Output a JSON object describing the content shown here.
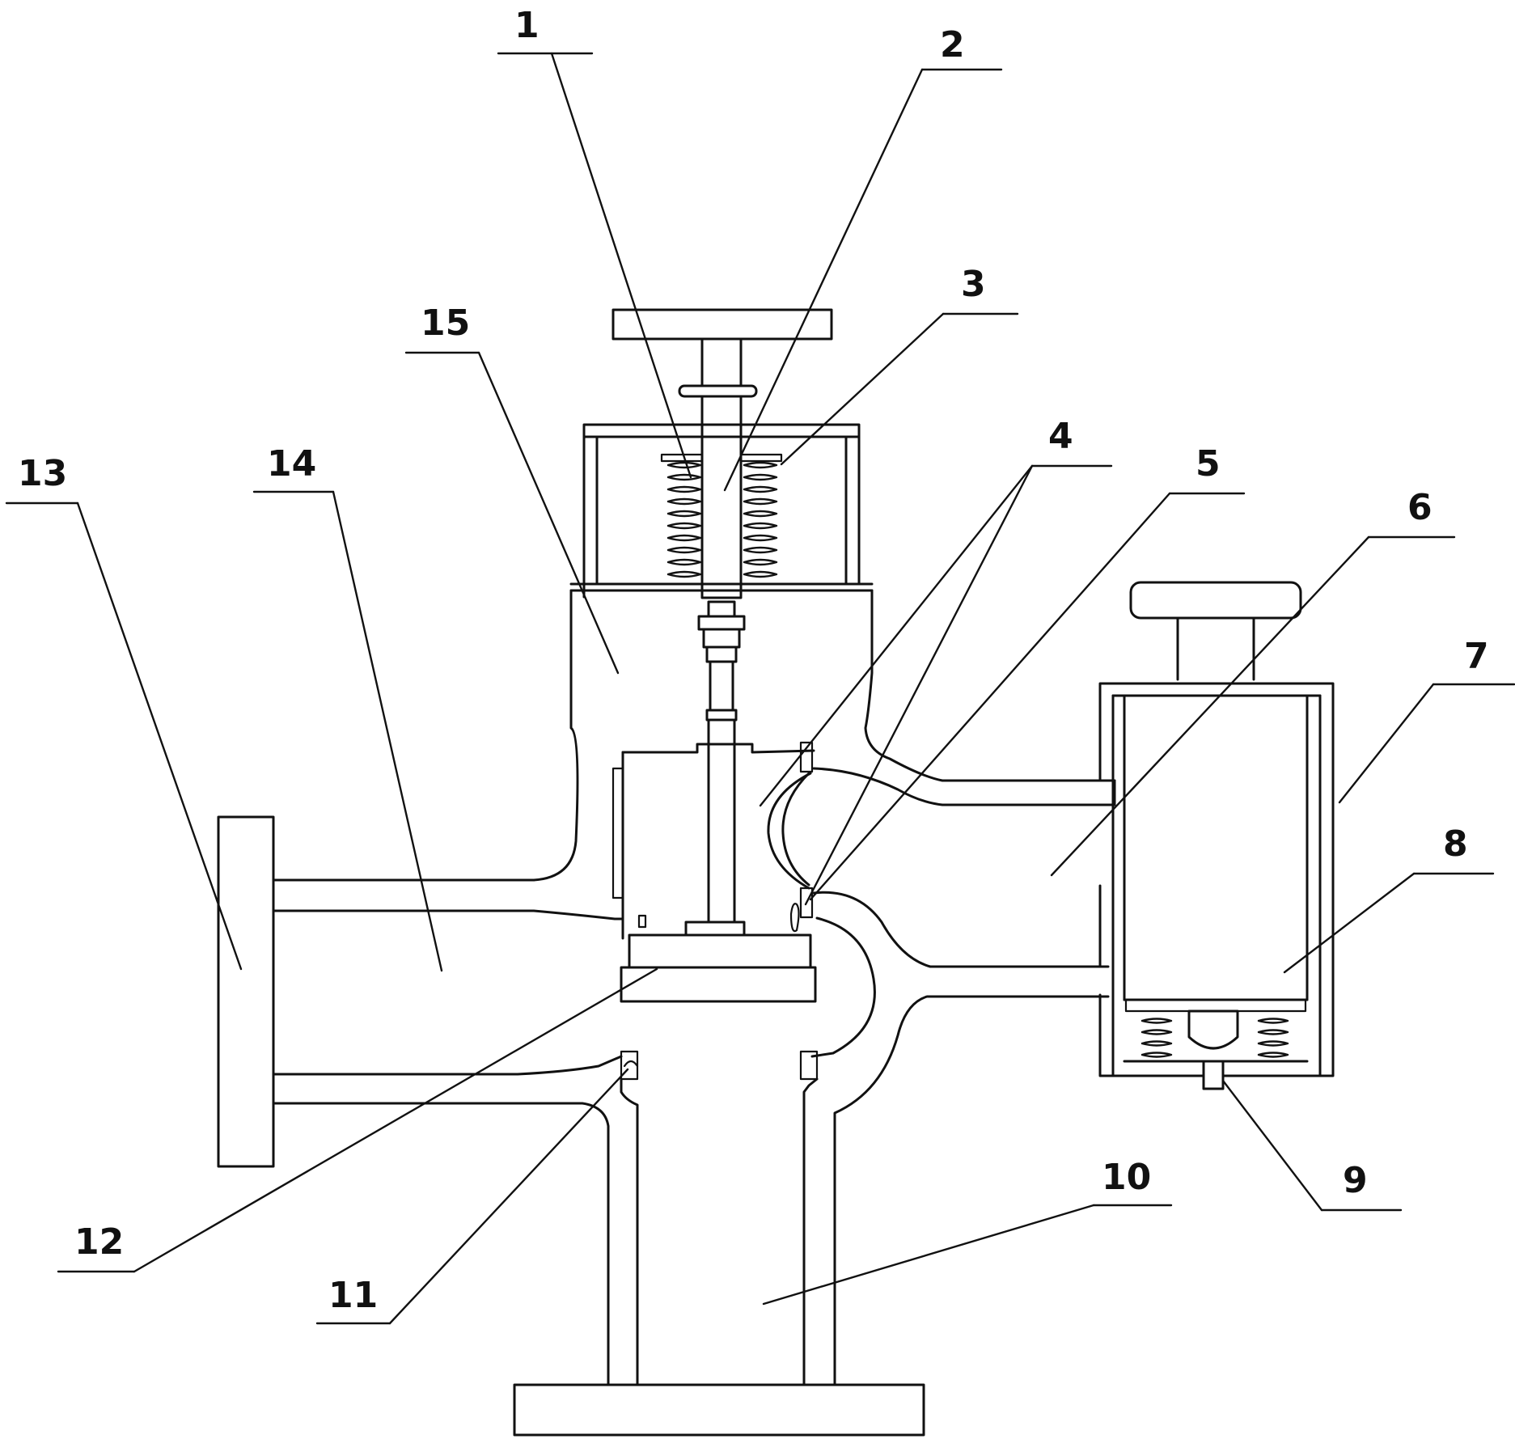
{
  "labels": [
    {
      "id": "1",
      "text": "1"
    },
    {
      "id": "2",
      "text": "2"
    },
    {
      "id": "3",
      "text": "3"
    },
    {
      "id": "4",
      "text": "4"
    },
    {
      "id": "5",
      "text": "5"
    },
    {
      "id": "6",
      "text": "6"
    },
    {
      "id": "7",
      "text": "7"
    },
    {
      "id": "8",
      "text": "8"
    },
    {
      "id": "9",
      "text": "9"
    },
    {
      "id": "10",
      "text": "10"
    },
    {
      "id": "11",
      "text": "11"
    },
    {
      "id": "12",
      "text": "12"
    },
    {
      "id": "13",
      "text": "13"
    },
    {
      "id": "14",
      "text": "14"
    },
    {
      "id": "15",
      "text": "15"
    }
  ],
  "colors": {
    "line": "#111111",
    "background": "#ffffff"
  }
}
